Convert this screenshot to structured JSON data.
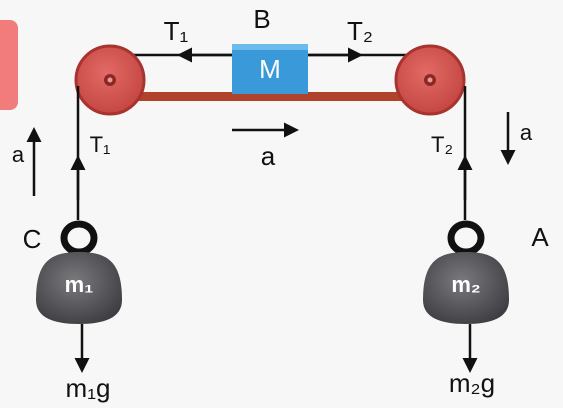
{
  "diagram": {
    "block": {
      "label": "M",
      "point_label": "B"
    },
    "tensions": {
      "left_top": "T₁",
      "right_top": "T₂",
      "left_rope": "T₁",
      "right_rope": "T₂"
    },
    "accelerations": {
      "block": "a",
      "left_mass": "a",
      "right_mass": "a"
    },
    "masses": {
      "left": {
        "label": "m₁",
        "point_label": "C",
        "weight": "m₁g"
      },
      "right": {
        "label": "m₂",
        "point_label": "A",
        "weight": "m₂g"
      }
    },
    "colors": {
      "pulley": "#d9534f",
      "rod": "#b0432a",
      "block": "#3a9ad9",
      "mass": "#5a5a5e",
      "rope": "#111111",
      "tab": "#f27c7c"
    }
  }
}
